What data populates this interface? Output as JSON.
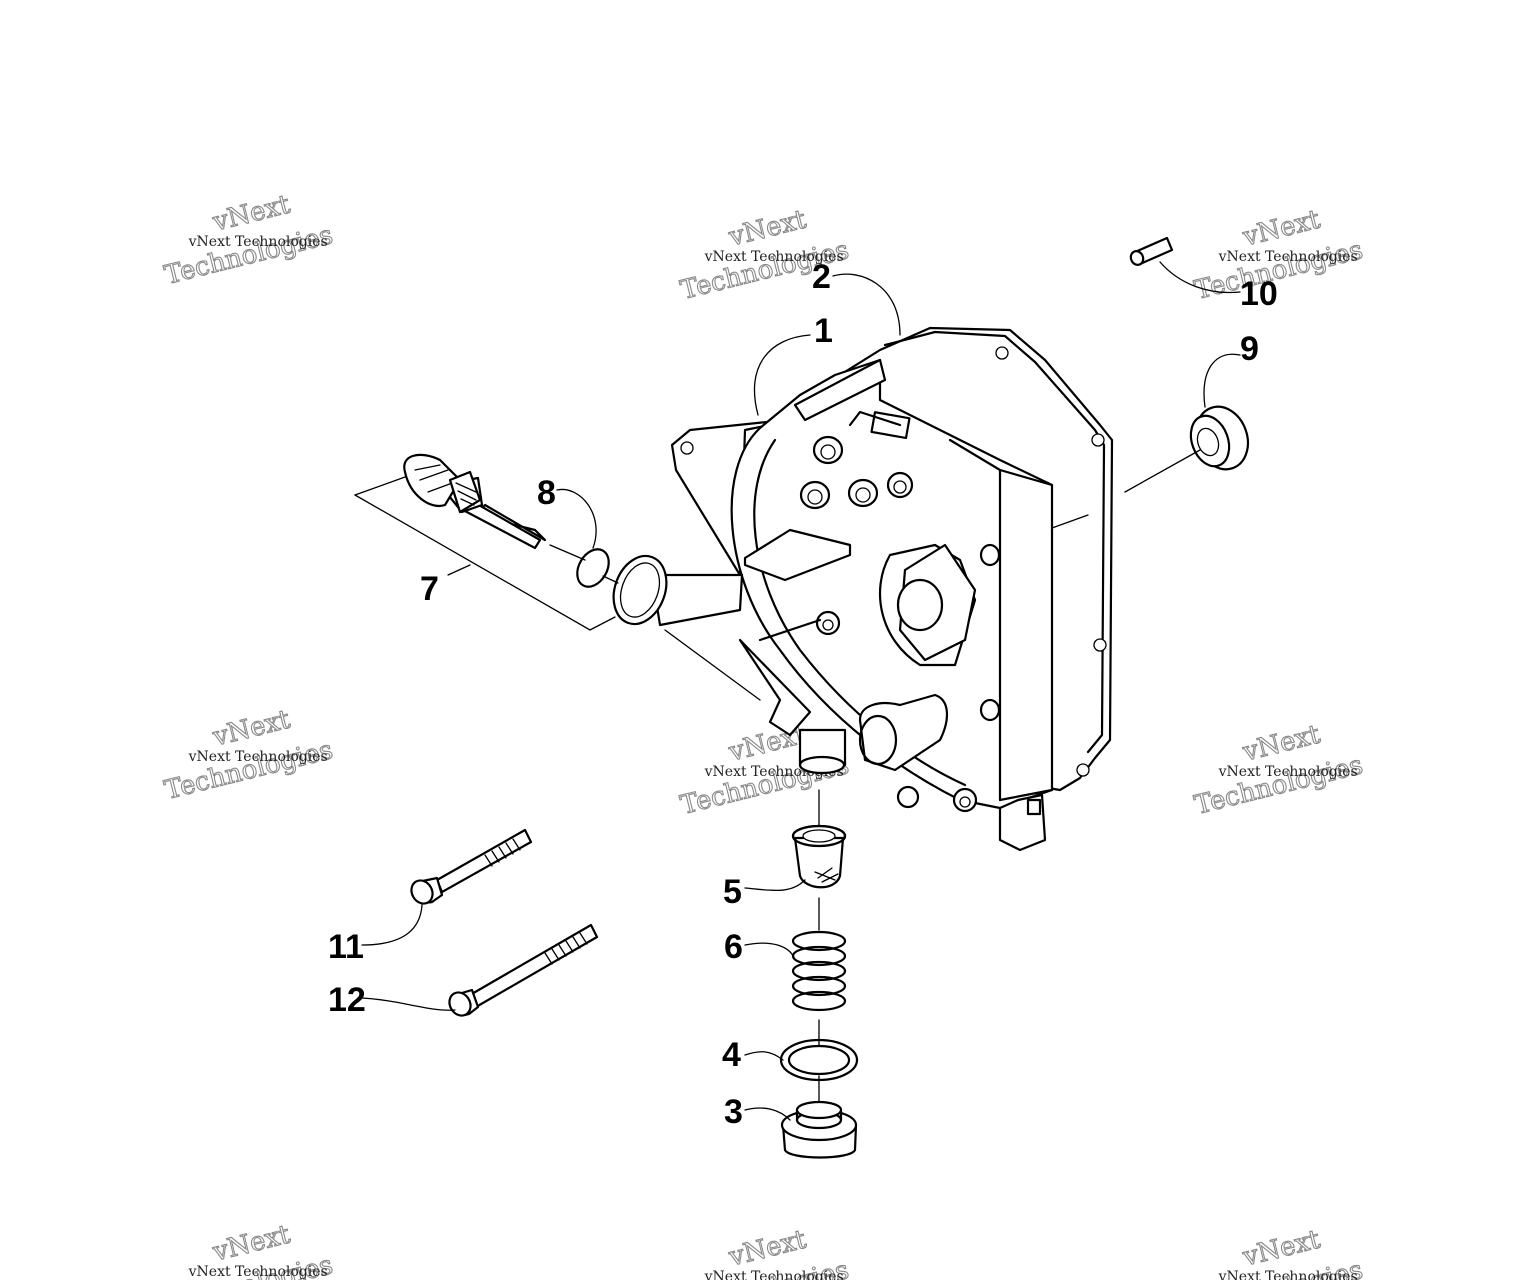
{
  "watermark": {
    "line_small": "vNext Technologies",
    "outline_top": "vNext",
    "outline_bottom": "Technologies"
  },
  "callouts": [
    "1",
    "2",
    "3",
    "4",
    "5",
    "6",
    "7",
    "8",
    "9",
    "10",
    "11",
    "12"
  ]
}
